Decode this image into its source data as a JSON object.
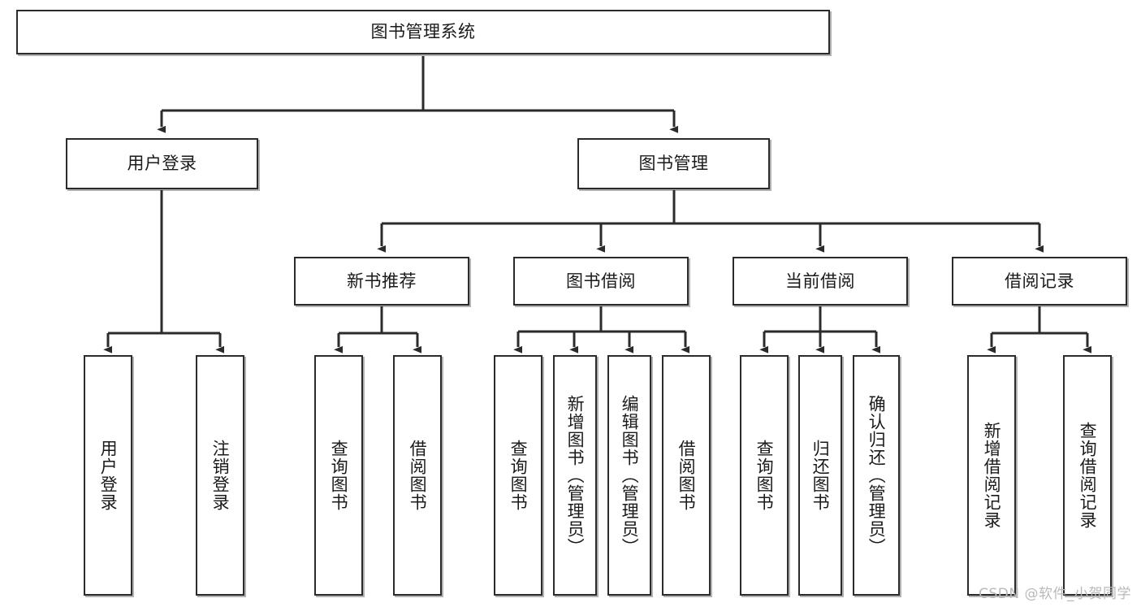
{
  "diagram": {
    "type": "tree",
    "title": "图书管理系统",
    "orientation": "top-down",
    "colors": {
      "box_border": "#2b2b2b",
      "box_fill": "#ffffff",
      "connector": "#2b2b2b",
      "watermark": "#b9b9b9",
      "background": "#ffffff"
    },
    "nodes": {
      "root": {
        "label": "图书管理系统"
      },
      "level2": [
        {
          "id": "user-login",
          "label": "用户登录"
        },
        {
          "id": "book-manage",
          "label": "图书管理"
        }
      ],
      "level3": [
        {
          "id": "new-book-recommend",
          "label": "新书推荐"
        },
        {
          "id": "book-borrow",
          "label": "图书借阅"
        },
        {
          "id": "current-borrow",
          "label": "当前借阅"
        },
        {
          "id": "borrow-record",
          "label": "借阅记录"
        }
      ],
      "leaves": {
        "user-login": [
          {
            "id": "leaf-user-login",
            "label": "用户登录"
          },
          {
            "id": "leaf-user-logout",
            "label": "注销登录"
          }
        ],
        "new-book-recommend": [
          {
            "id": "leaf-query-book-1",
            "label": "查询图书"
          },
          {
            "id": "leaf-borrow-book-1",
            "label": "借阅图书"
          }
        ],
        "book-borrow": [
          {
            "id": "leaf-query-book-2",
            "label": "查询图书"
          },
          {
            "id": "leaf-add-book",
            "label": "新增图书（管理员）"
          },
          {
            "id": "leaf-edit-book",
            "label": "编辑图书（管理员）"
          },
          {
            "id": "leaf-borrow-book-2",
            "label": "借阅图书"
          }
        ],
        "current-borrow": [
          {
            "id": "leaf-query-book-3",
            "label": "查询图书"
          },
          {
            "id": "leaf-return-book",
            "label": "归还图书"
          },
          {
            "id": "leaf-confirm-return",
            "label": "确认归还（管理员）"
          }
        ],
        "borrow-record": [
          {
            "id": "leaf-add-record",
            "label": "新增借阅记录"
          },
          {
            "id": "leaf-query-record",
            "label": "查询借阅记录"
          }
        ]
      }
    },
    "edges": [
      {
        "from": "root",
        "to": "user-login"
      },
      {
        "from": "root",
        "to": "book-manage"
      },
      {
        "from": "user-login",
        "to": "leaf-user-login"
      },
      {
        "from": "user-login",
        "to": "leaf-user-logout"
      },
      {
        "from": "book-manage",
        "to": "new-book-recommend"
      },
      {
        "from": "book-manage",
        "to": "book-borrow"
      },
      {
        "from": "book-manage",
        "to": "current-borrow"
      },
      {
        "from": "book-manage",
        "to": "borrow-record"
      },
      {
        "from": "new-book-recommend",
        "to": "leaf-query-book-1"
      },
      {
        "from": "new-book-recommend",
        "to": "leaf-borrow-book-1"
      },
      {
        "from": "book-borrow",
        "to": "leaf-query-book-2"
      },
      {
        "from": "book-borrow",
        "to": "leaf-add-book"
      },
      {
        "from": "book-borrow",
        "to": "leaf-edit-book"
      },
      {
        "from": "book-borrow",
        "to": "leaf-borrow-book-2"
      },
      {
        "from": "current-borrow",
        "to": "leaf-query-book-3"
      },
      {
        "from": "current-borrow",
        "to": "leaf-return-book"
      },
      {
        "from": "current-borrow",
        "to": "leaf-confirm-return"
      },
      {
        "from": "borrow-record",
        "to": "leaf-add-record"
      },
      {
        "from": "borrow-record",
        "to": "leaf-query-record"
      }
    ]
  },
  "watermark": {
    "text": "CSDN @软件_小贺同学"
  }
}
